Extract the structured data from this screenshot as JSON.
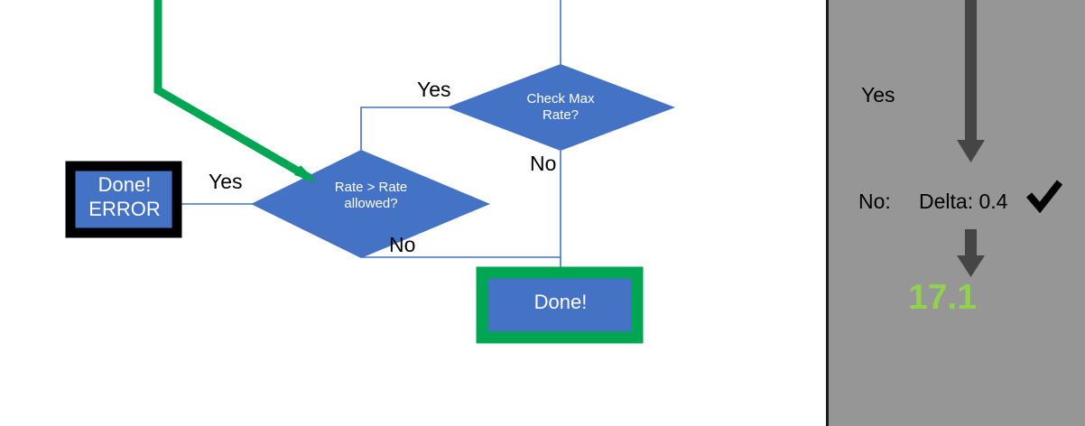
{
  "colors": {
    "node_fill": "#4472c4",
    "node_text": "#ffffff",
    "connector": "#4472c4",
    "highlight_green": "#00a651",
    "error_border": "#000000",
    "panel_background": "#969696",
    "panel_border": "#1a1a1a",
    "arrow_gray": "#454545",
    "value_green": "#92d050",
    "canvas_background": "#ffffff"
  },
  "flowchart": {
    "nodes": [
      {
        "id": "check-max-rate",
        "shape": "diamond",
        "label": "Check Max\nRate?"
      },
      {
        "id": "rate-greater-than-allowed",
        "shape": "diamond",
        "label": "Rate > Rate\nallowed?"
      },
      {
        "id": "done-error",
        "shape": "rectangle",
        "label": "Done!\nERROR",
        "border": "black"
      },
      {
        "id": "done",
        "shape": "rectangle",
        "label": "Done!",
        "border": "green"
      }
    ],
    "edge_labels": {
      "yes_top": "Yes",
      "no_right": "No",
      "yes_left": "Yes",
      "no_bottom": "No"
    }
  },
  "status_panel": {
    "yes_label": "Yes",
    "no_label": "No:",
    "delta_label": "Delta: 0.4",
    "check_mark": "check-mark",
    "result_value": "17.1"
  }
}
